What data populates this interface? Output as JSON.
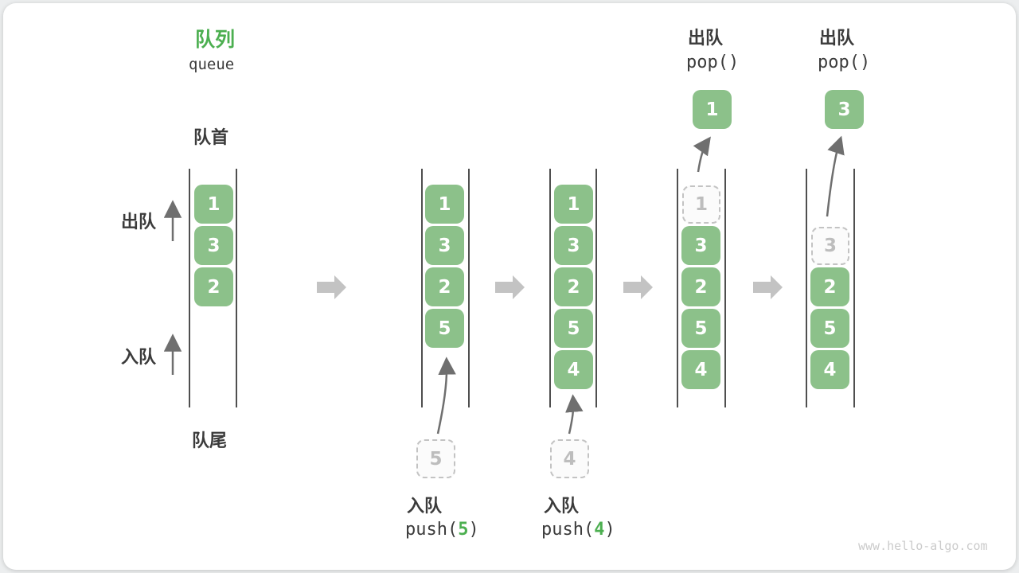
{
  "title": {
    "zh": "队列",
    "en": "queue"
  },
  "labels": {
    "front": "队首",
    "rear": "队尾",
    "dequeue": "出队",
    "enqueue": "入队"
  },
  "columns": [
    {
      "boxes": [
        "1",
        "3",
        "2"
      ]
    },
    {
      "boxes": [
        "1",
        "3",
        "2",
        "5"
      ],
      "incoming": "5"
    },
    {
      "boxes": [
        "1",
        "3",
        "2",
        "5",
        "4"
      ],
      "incoming": "4"
    },
    {
      "ghost": "1",
      "boxes": [
        "3",
        "2",
        "5",
        "4"
      ],
      "popped": "1"
    },
    {
      "ghost": "3",
      "boxes": [
        "2",
        "5",
        "4"
      ],
      "popped": "3"
    }
  ],
  "ops": [
    {
      "label": "入队",
      "call_pre": "push(",
      "arg": "5",
      "call_post": ")"
    },
    {
      "label": "入队",
      "call_pre": "push(",
      "arg": "4",
      "call_post": ")"
    },
    {
      "label": "出队",
      "call": "pop()"
    },
    {
      "label": "出队",
      "call": "pop()"
    }
  ],
  "page": {
    "watermark": "www.hello-algo.com"
  },
  "colors": {
    "box_green": "#8CC18A",
    "accent_green": "#4CAF50",
    "text_dark": "#3B3B3B",
    "thin_arrow_gray": "#6F6F6F",
    "block_arrow_gray": "#C3C3C3",
    "ghost_gray": "#C3C3C3",
    "wall_dark": "#4F4F4F",
    "watermark_gray": "#CBCBCB"
  }
}
